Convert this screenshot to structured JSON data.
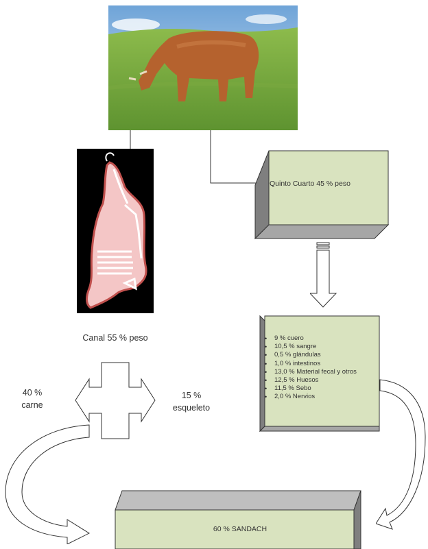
{
  "nodes": {
    "quinto_cuarto": "Quinto Cuarto 45 % peso",
    "canal": "Canal 55 % peso",
    "carne": "40 %\ncarne",
    "carne_pct": "40 %",
    "carne_word": "carne",
    "esqueleto_pct": "15 %",
    "esqueleto_word": "esqueleto",
    "sandach": "60 % SANDACH"
  },
  "composition": [
    "9 % cuero",
    "10,5 % sangre",
    "0,5 % glándulas",
    "1,0 % intestinos",
    "13,0 % Material fecal y otros",
    "12,5 % Huesos",
    "11,5 % Sebo",
    "2,0 % Nervios"
  ],
  "colors": {
    "box_face": "#d9e3bf",
    "box_side": "#7f7f7f",
    "box_top": "#bfbfbf",
    "carcass_fill": "#f4c6c6",
    "carcass_outline": "#c0504d"
  },
  "icons": {
    "photo": "cow-photo",
    "carcass": "beef-carcass-illustration"
  }
}
